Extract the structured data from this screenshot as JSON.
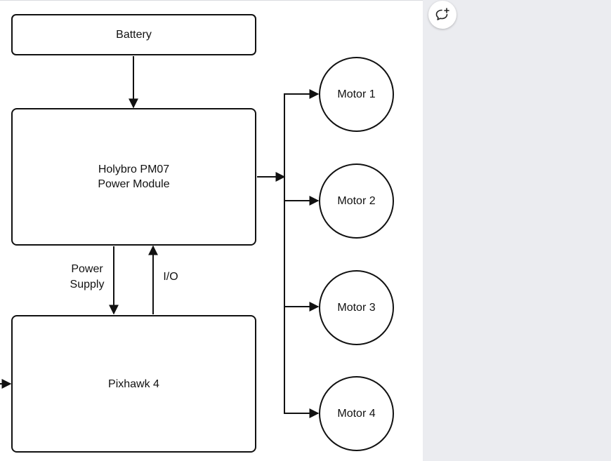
{
  "nodes": {
    "battery": "Battery",
    "power_module_line1": "Holybro PM07",
    "power_module_line2": "Power Module",
    "pixhawk": "Pixhawk 4",
    "motors": [
      "Motor 1",
      "Motor 2",
      "Motor 3",
      "Motor 4"
    ]
  },
  "edge_labels": {
    "power_line1": "Power",
    "power_line2": "Supply",
    "io": "I/O"
  },
  "toolbar": {
    "comment_icon": "add-comment-icon"
  },
  "colors": {
    "canvas": "#ffffff",
    "panel": "#ebecf0",
    "stroke": "#111111"
  }
}
